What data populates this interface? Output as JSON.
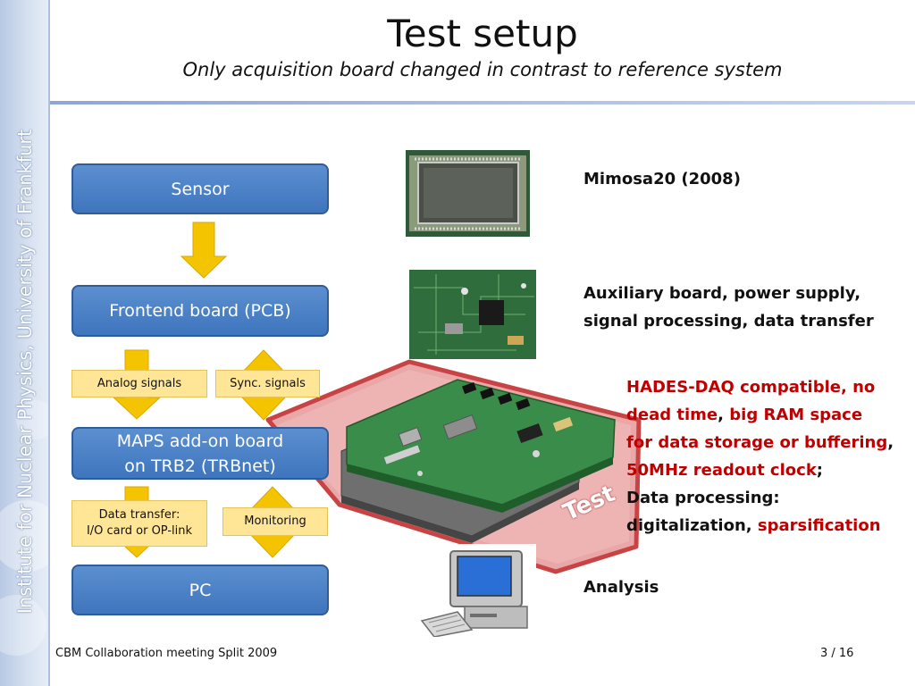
{
  "sidebar": {
    "text": "Institute for Nuclear Physics, University of Frankfurt"
  },
  "header": {
    "title": "Test setup",
    "subtitle": "Only acquisition board changed in contrast to reference system"
  },
  "flow": {
    "sensor": "Sensor",
    "frontend": "Frontend board (PCB)",
    "analog_signals": "Analog signals",
    "sync_signals": "Sync. signals",
    "maps_line1": "MAPS add-on board",
    "maps_line2": "on TRB2 (TRBnet)",
    "data_transfer_line1": "Data transfer:",
    "data_transfer_line2": "I/O card or OP-link",
    "monitoring": "Monitoring",
    "pc": "PC"
  },
  "board_label": "Test",
  "descriptions": {
    "mimosa": "Mimosa20 (2008)",
    "auxiliary_line1": "Auxiliary board, power supply,",
    "auxiliary_line2": "signal processing, data transfer",
    "hades_a": "HADES-DAQ compatible, no",
    "hades_b": "dead time",
    "hades_c": ",",
    "hades_d": "big RAM space",
    "hades_e": "for data storage or buffering",
    "hades_f": ",",
    "hades_g": "50MHz readout clock",
    "hades_h": ";",
    "hades_i": "Data processing:",
    "hades_j": "digitalization,",
    "hades_k": "sparsification",
    "analysis": "Analysis"
  },
  "footer": {
    "left": "CBM Collaboration meeting Split 2009",
    "right": "3 / 16"
  },
  "colors": {
    "box_blue": "#4a7fc4",
    "tag_yellow": "#ffe596",
    "arrow_yellow": "#f5c400",
    "highlight_red": "#c00000"
  }
}
